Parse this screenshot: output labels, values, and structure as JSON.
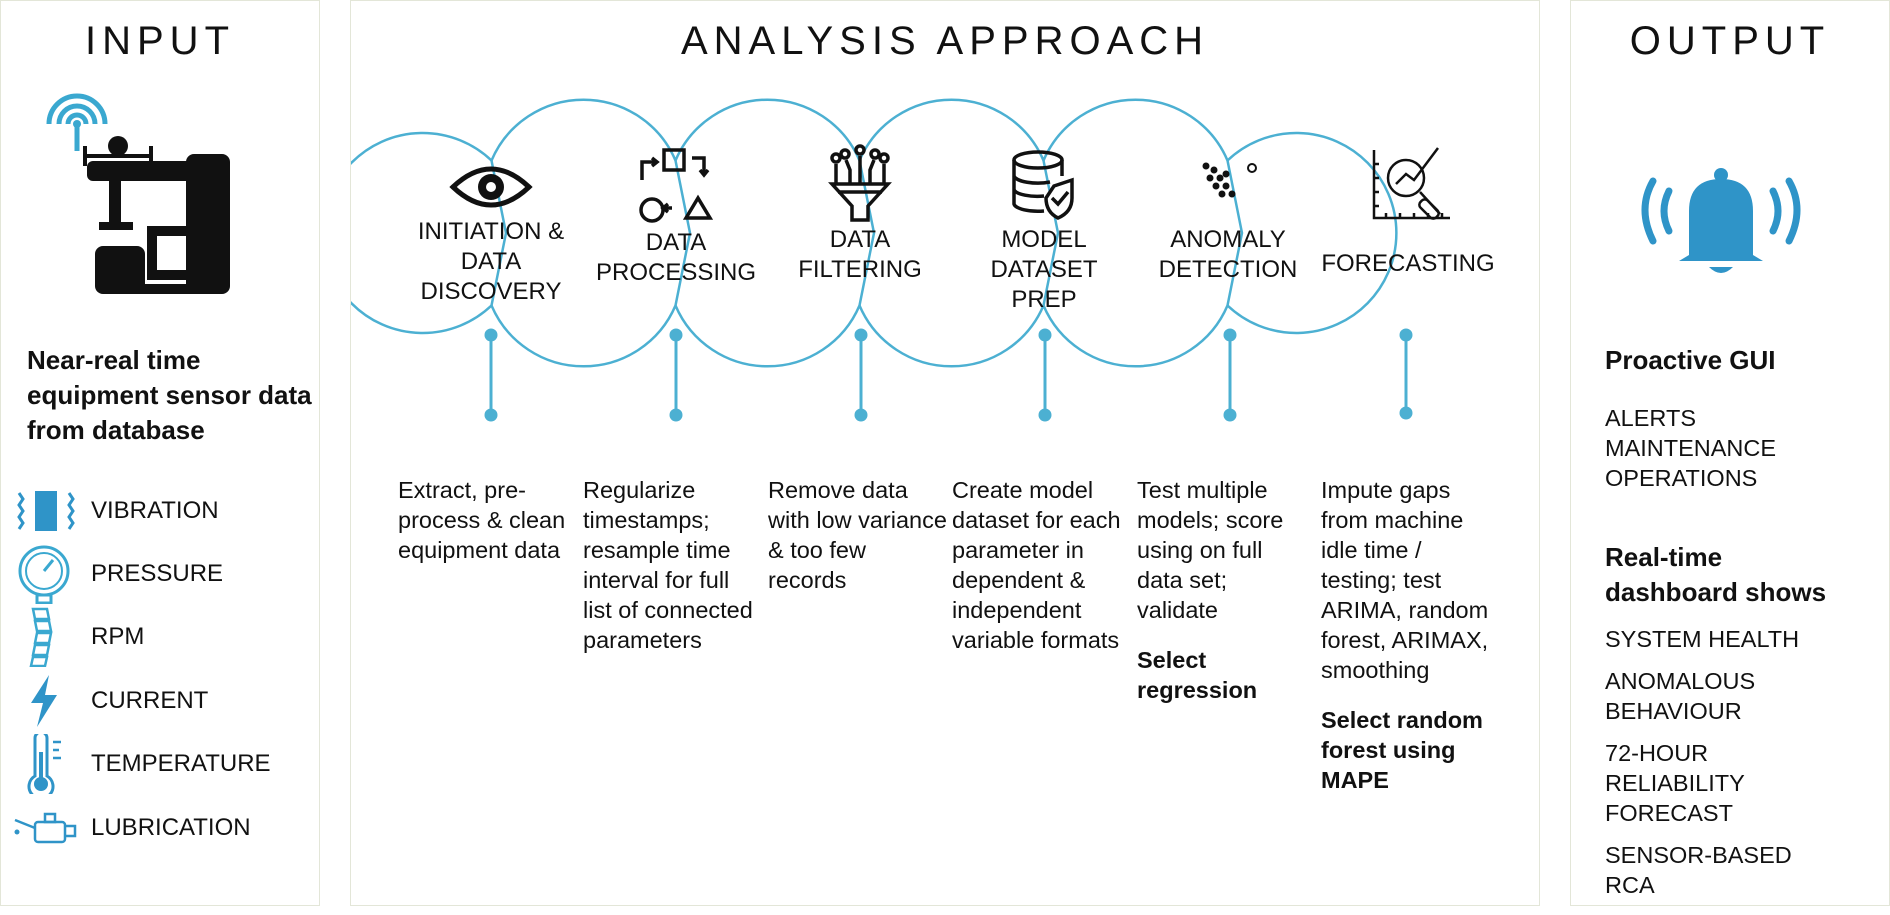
{
  "input": {
    "title": "INPUT",
    "description": "Near-real time equipment sensor data from database",
    "sensors": [
      {
        "label": "VIBRATION",
        "icon": "vibration-icon"
      },
      {
        "label": "PRESSURE",
        "icon": "pressure-gauge-icon"
      },
      {
        "label": "RPM",
        "icon": "rpm-icon"
      },
      {
        "label": "CURRENT",
        "icon": "lightning-icon"
      },
      {
        "label": "TEMPERATURE",
        "icon": "thermometer-icon"
      },
      {
        "label": "LUBRICATION",
        "icon": "oil-can-icon"
      }
    ]
  },
  "analysis": {
    "title": "ANALYSIS APPROACH",
    "steps": [
      {
        "icon": "eye-icon",
        "label": "INITIATION &\nDATA\nDISCOVERY",
        "description": "Extract, pre-process & clean equipment data",
        "select": ""
      },
      {
        "icon": "shapes-process-icon",
        "label": "DATA\nPROCESSING",
        "description": "Regularize timestamps; resample time interval for full list of connected parameters",
        "select": ""
      },
      {
        "icon": "funnel-icon",
        "label": "DATA\nFILTERING",
        "description": "Remove data with low variance & too few records",
        "select": ""
      },
      {
        "icon": "database-shield-icon",
        "label": "MODEL\nDATASET\nPREP",
        "description": "Create model dataset for each parameter in dependent & independent variable formats",
        "select": ""
      },
      {
        "icon": "scatter-dots-icon",
        "label": "ANOMALY\nDETECTION",
        "description": "Test multiple models; score using on full data set; validate",
        "select": "Select regression"
      },
      {
        "icon": "forecast-chart-icon",
        "label": "FORECASTING",
        "description": "Impute gaps from machine idle time / testing; test ARIMA, random forest, ARIMAX, smoothing",
        "select": "Select random forest using MAPE"
      }
    ]
  },
  "output": {
    "title": "OUTPUT",
    "icon": "bell-icon",
    "gui_heading": "Proactive GUI",
    "gui_items": "ALERTS\nMAINTENANCE\nOPERATIONS",
    "dashboard_heading": "Real-time dashboard shows",
    "dashboard_items": [
      "SYSTEM HEALTH",
      "ANOMALOUS BEHAVIOUR",
      "72-HOUR RELIABILITY FORECAST",
      "SENSOR-BASED RCA"
    ]
  },
  "colors": {
    "accent": "#3aa8d0",
    "circle": "#4cb0d2",
    "text": "#111111",
    "border": "#e3e6d8"
  }
}
